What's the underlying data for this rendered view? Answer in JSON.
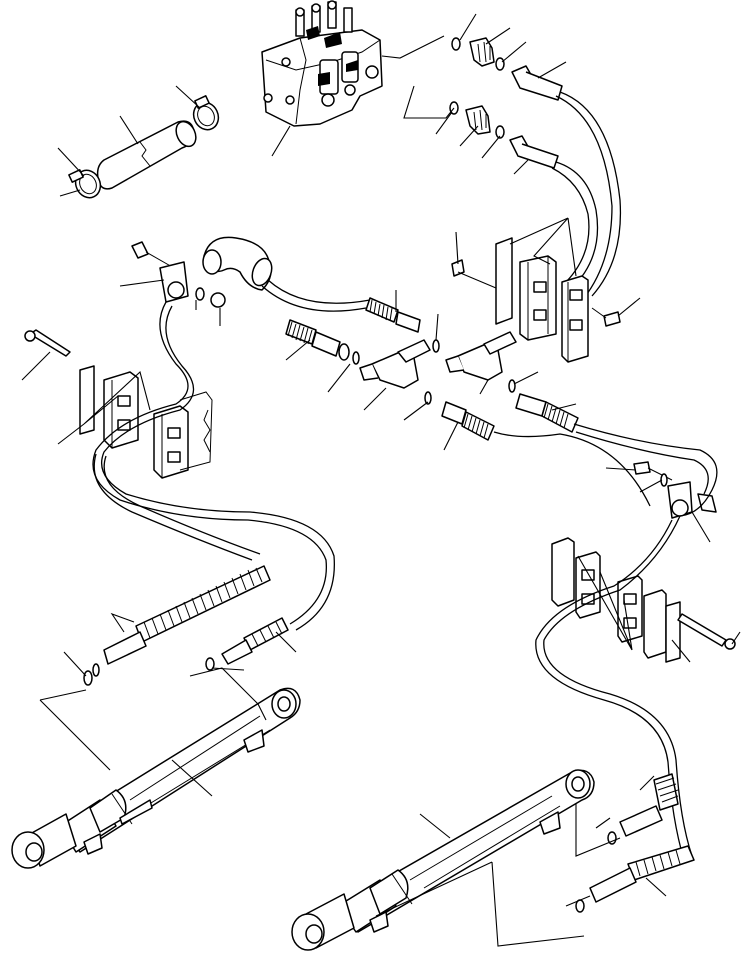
{
  "diagram": {
    "kind": "exploded parts illustration (hydraulic cylinders, hoses and control valve)",
    "colors": {
      "line": "#000000",
      "background": "#ffffff"
    },
    "parts": [
      "control-valve",
      "hose-protector-sleeve",
      "hose-clamps",
      "valve-fittings-upper",
      "valve-fittings-lower",
      "hose-guard-elbow",
      "hose-assembly-center",
      "tee-fittings",
      "clamp-bracket-right-upper",
      "clamp-bracket-left",
      "clamp-bracket-right-lower",
      "hose-left-long",
      "hose-right-long",
      "left-hydraulic-cylinder",
      "right-hydraulic-cylinder"
    ],
    "callout_count": 48
  }
}
